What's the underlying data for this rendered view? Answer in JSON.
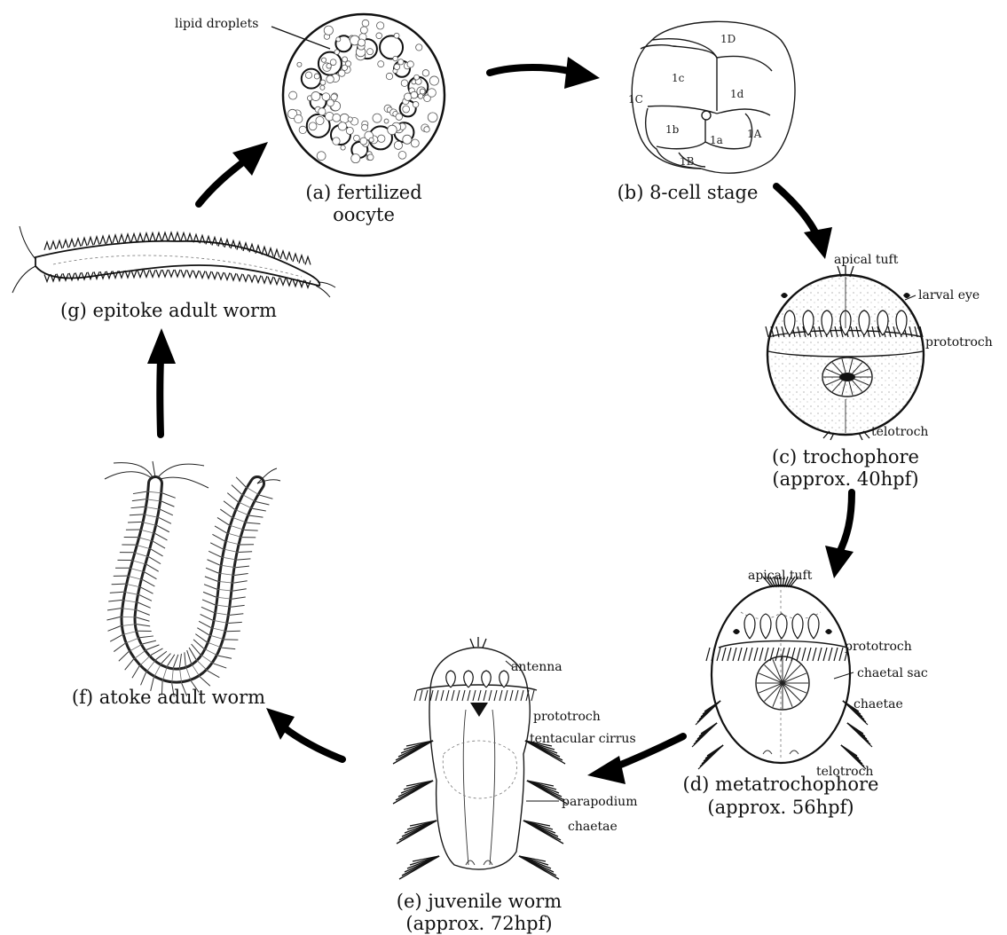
{
  "stages": {
    "a": {
      "caption1": "(a) fertilized",
      "caption2": "oocyte",
      "labels": [
        "lipid droplets"
      ]
    },
    "b": {
      "caption1": "(b) 8-cell stage",
      "cells": [
        "1D",
        "1c",
        "1d",
        "1C",
        "1b",
        "1a",
        "1A",
        "1B"
      ]
    },
    "c": {
      "caption1": "(c) trochophore",
      "caption2": "(approx. 40hpf)",
      "labels": [
        "apical tuft",
        "larval eye",
        "prototroch",
        "telotroch"
      ]
    },
    "d": {
      "caption1": "(d) metatrochophore",
      "caption2": "(approx. 56hpf)",
      "labels": [
        "apical tuft",
        "prototroch",
        "chaetal sac",
        "chaetae",
        "telotroch"
      ]
    },
    "e": {
      "caption1": "(e) juvenile worm",
      "caption2": "(approx. 72hpf)",
      "labels": [
        "antenna",
        "prototroch",
        "tentacular cirrus",
        "parapodium",
        "chaetae"
      ]
    },
    "f": {
      "caption1": "(f) atoke adult worm"
    },
    "g": {
      "caption1": "(g) epitoke adult worm"
    }
  }
}
